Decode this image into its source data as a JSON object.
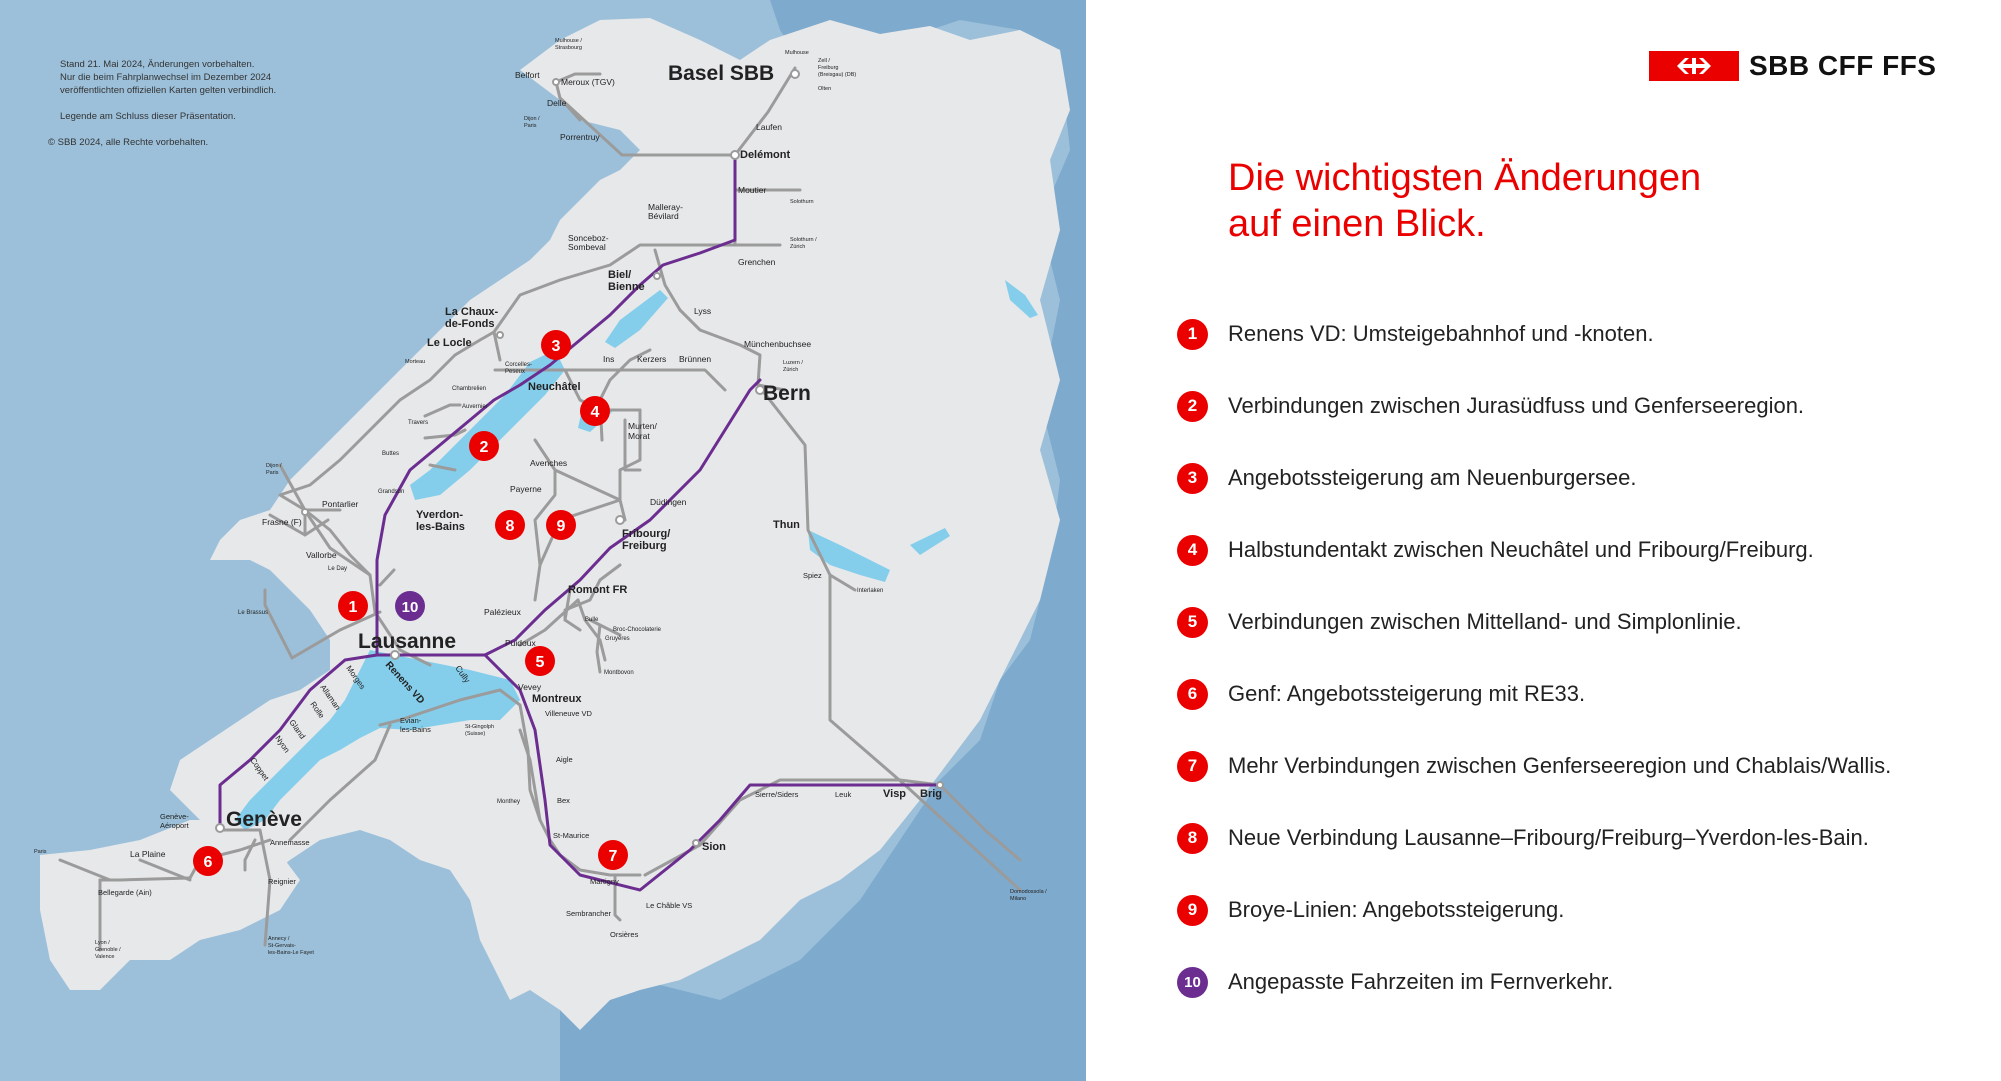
{
  "brand": {
    "name": "SBB CFF FFS",
    "color": "#eb0000"
  },
  "headline": {
    "line1": "Die wichtigsten Änderungen",
    "line2": "auf einen Blick."
  },
  "notice": {
    "line1": "Stand 21. Mai 2024, Änderungen vorbehalten.",
    "line2": "Nur die beim Fahrplanwechsel im Dezember 2024",
    "line3": "veröffentlichten offiziellen Karten gelten verbindlich.",
    "line4": "Legende am Schluss dieser Präsentation.",
    "line5": "© SBB 2024, alle Rechte vorbehalten."
  },
  "changes": [
    {
      "number": "1",
      "text": "Renens VD: Umsteigebahnhof und -knoten.",
      "color": "red"
    },
    {
      "number": "2",
      "text": "Verbindungen zwischen Jurasüdfuss und Genferseeregion.",
      "color": "red"
    },
    {
      "number": "3",
      "text": "Angebotssteigerung am Neuenburgersee.",
      "color": "red"
    },
    {
      "number": "4",
      "text": "Halbstundentakt zwischen Neuchâtel und Fribourg/Freiburg.",
      "color": "red"
    },
    {
      "number": "5",
      "text": "Verbindungen zwischen Mittelland- und Simplonlinie.",
      "color": "red"
    },
    {
      "number": "6",
      "text": "Genf: Angebotssteigerung mit RE33.",
      "color": "red"
    },
    {
      "number": "7",
      "text": "Mehr Verbindungen zwischen Genferseeregion und Chablais/Wallis.",
      "color": "red"
    },
    {
      "number": "8",
      "text": "Neue Verbindung Lausanne–Fribourg/Freiburg–Yverdon-les-Bain.",
      "color": "red"
    },
    {
      "number": "9",
      "text": "Broye-Linien: Angebotssteigerung.",
      "color": "red"
    },
    {
      "number": "10",
      "text": "Angepasste Fahrzeiten im Fernverkehr.",
      "color": "purple"
    }
  ],
  "map": {
    "colors": {
      "sea": "#7eaacd",
      "land": "#e7e8ea",
      "lake": "#84ceeb",
      "line": "#9b9b9b",
      "highlight": "#6b2d8f",
      "marker": "#eb0000"
    },
    "cities": {
      "basel": "Basel SBB",
      "bern": "Bern",
      "lausanne": "Lausanne",
      "geneve": "Genève",
      "neuchatel": "Neuchâtel",
      "biel1": "Biel/",
      "biel2": "Bienne",
      "fribourg1": "Fribourg/",
      "fribourg2": "Freiburg",
      "yverdon1": "Yverdon-",
      "yverdon2": "les-Bains",
      "montreux": "Montreux",
      "sion": "Sion",
      "visp": "Visp",
      "brig": "Brig",
      "thun": "Thun",
      "delemont": "Delémont",
      "lachaux1": "La Chaux-",
      "lachaux2": "de-Fonds",
      "lelocle": "Le Locle",
      "romont": "Romont FR",
      "renens": "Renens VD"
    },
    "stations": {
      "belfort": "Belfort",
      "meroux": "Meroux (TGV)",
      "delle": "Delle",
      "porrentruy": "Porrentruy",
      "laufen": "Laufen",
      "moutier": "Moutier",
      "grenchen": "Grenchen",
      "malleray1": "Malleray-",
      "malleray2": "Bévilard",
      "sonceboz1": "Sonceboz-",
      "sonceboz2": "Sombeval",
      "lyss": "Lyss",
      "muenchenbuchsee": "Münchenbuchsee",
      "ins": "Ins",
      "kerzers": "Kerzers",
      "bruennen": "Brünnen",
      "murten1": "Murten/",
      "murten2": "Morat",
      "avenches": "Avenches",
      "payerne": "Payerne",
      "duedingen": "Düdingen",
      "corcelles1": "Corcelles-",
      "corcelles2": "Peseux",
      "chambrelien": "Chambrelien",
      "auvernier": "Auvernier",
      "travers": "Travers",
      "buttes": "Buttes",
      "grandson": "Grandson",
      "pontarlier": "Pontarlier",
      "frasne": "Frasne (F)",
      "vallorbe": "Vallorbe",
      "leday": "Le Day",
      "lebrassus": "Le Brassus",
      "palezieux": "Palézieux",
      "puidoux": "Puidoux",
      "vevey": "Vevey",
      "villeneuve": "Villeneuve VD",
      "cully": "Cully",
      "bulle": "Bulle",
      "broc": "Broc-Chocolaterie",
      "gruyeres": "Gruyères",
      "montbovon": "Montbovon",
      "spiez": "Spiez",
      "interlaken": "Interlaken",
      "morges": "Morges",
      "allaman": "Allaman",
      "rolle": "Rolle",
      "gland": "Gland",
      "nyon": "Nyon",
      "coppet": "Coppet",
      "geneveairport1": "Genève-",
      "geneveairport2": "Aéroport",
      "laplaine": "La Plaine",
      "annemasse": "Annemasse",
      "reignier": "Reignier",
      "bellegarde": "Bellegarde (Ain)",
      "evian1": "Evian-",
      "evian2": "les-Bains",
      "aigle": "Aigle",
      "bex": "Bex",
      "monthey": "Monthey",
      "stmaurice": "St-Maurice",
      "martigny": "Martigny",
      "sembrancher": "Sembrancher",
      "lechable": "Le Châble VS",
      "orsieres": "Orsières",
      "sierre": "Sierre/Siders",
      "leuk": "Leuk",
      "stgingolph1": "St-Gingolph",
      "stgingolph2": "(Suisse)",
      "paris": "Paris",
      "lyon1": "Lyon /",
      "lyon2": "Grenoble /",
      "lyon3": "Valence",
      "annecy1": "Annecy /",
      "annecy2": "St-Gervais-",
      "annecy3": "les-Bains-Le Fayet",
      "domodossola1": "Domodossola /",
      "domodossola2": "Milano",
      "dijon1": "Dijon /",
      "dijon2": "Paris",
      "dijon3": "Dijon /",
      "dijon4": "Paris",
      "morteau": "Morteau",
      "mulhouse1": "Mulhouse /",
      "mulhouse2": "Strasbourg",
      "mulhouse3": "Mulhouse",
      "zell1": "Zell /",
      "zell2": "Freiburg",
      "zell3": "(Breisgau) (DB)",
      "olten": "Olten",
      "solothurn": "Solothurn",
      "solothurn2a": "Solothurn /",
      "solothurn2b": "Zürich",
      "luzern1": "Luzern /",
      "luzern2": "Zürich"
    },
    "markers": [
      "1",
      "2",
      "3",
      "4",
      "5",
      "6",
      "7",
      "8",
      "9",
      "10"
    ]
  }
}
